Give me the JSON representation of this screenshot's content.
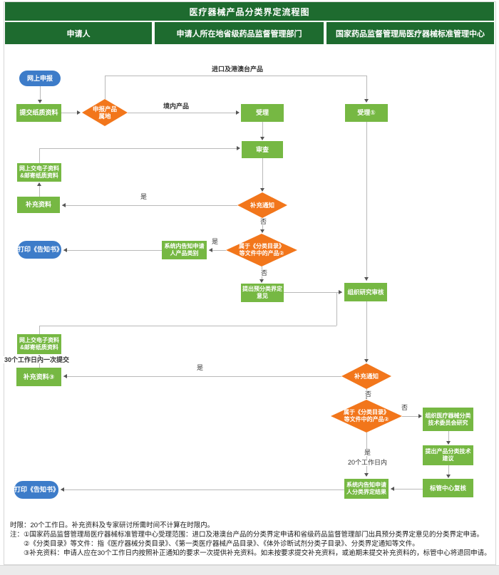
{
  "title": "医疗器械产品分类界定流程图",
  "columns": {
    "applicant": "申请人",
    "provincial": "申请人所在地省级药品监督管理部门",
    "national": "国家药品监督管理局医疗器械标准管理中心"
  },
  "nodes": {
    "online_declare": "网上申报",
    "submit_paper": "提交纸质资料",
    "product_locale": "申报产品\n属地",
    "accept_provincial": "受理",
    "accept_national": "受理①",
    "review": "审查",
    "supplement_notice": "补充通知",
    "submit_electronic": "网上交电子资料\n&邮寄纸质资料",
    "supplement_material": "补充资料",
    "supplement_material_3": "补充资料③",
    "in_catalog": "属于《分类目录》\n等文件中的产品②",
    "notify_category": "系统内告知申请\n人产品类别",
    "print_notice": "打印《告知书》",
    "pre_opinion": "提出预分类界定\n意见",
    "org_review": "组织研究审核",
    "org_committee": "组织医疗器械分类\n技术委员会研究",
    "tech_suggestion": "提出产品分类技术\n建议",
    "center_recheck": "标管中心复核",
    "notify_result": "系统内告知申请\n人分类界定结果"
  },
  "labels": {
    "import_products": "进口及港澳台产品",
    "domestic_products": "境内产品",
    "yes": "是",
    "no": "否",
    "submit_within_30": "30个工作日内一次提交",
    "within_20_days": "20个工作日内"
  },
  "notes": {
    "line1": "时限：20个工作日。补充资料及专家研讨所需时间不计算在时限内。",
    "line2": "注：①国家药品监督管理局医疗器械标准管理中心受理范围：进口及港澳台产品的分类界定申请和省级药品监督管理部门出具预分类界定意见的分类界定申请。",
    "line3": "②《分类目录》等文件：指《医疗器械分类目录》、《第一类医疗器械产品目录》、《体外诊断试剂分类子目录》、分类界定通知等文件。",
    "line4": "③补充资料：申请人应在30个工作日内按照补正通知的要求一次提供补充资料。如未按要求提交补充资料，或逾期未提交补充资料的，标管中心将退回申请。"
  },
  "colors": {
    "header_green": "#1e6b2f",
    "process_green": "#76b843",
    "decision_orange": "#f2761b",
    "terminal_blue": "#3d7cc9"
  }
}
